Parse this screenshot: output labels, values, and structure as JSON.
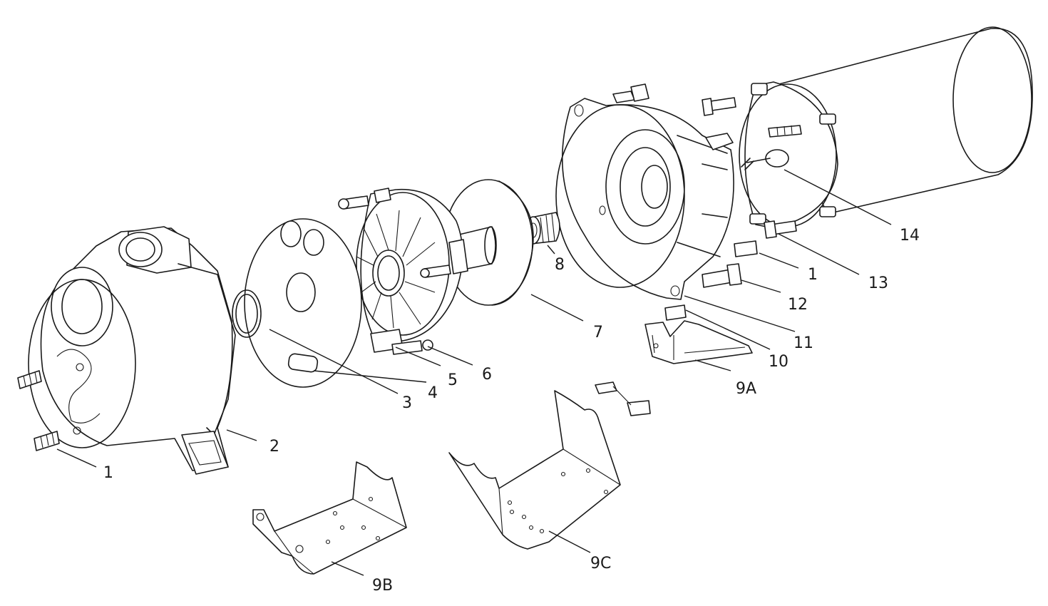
{
  "callouts": {
    "c1a": "1",
    "c1b": "1",
    "c2": "2",
    "c3": "3",
    "c4": "4",
    "c5": "5",
    "c6": "6",
    "c7": "7",
    "c8": "8",
    "c9a": "9A",
    "c9b": "9B",
    "c9c": "9C",
    "c10": "10",
    "c11": "11",
    "c12": "12",
    "c13": "13",
    "c14": "14"
  },
  "colors": {
    "line": "#1a1a1a",
    "background": "#ffffff"
  }
}
